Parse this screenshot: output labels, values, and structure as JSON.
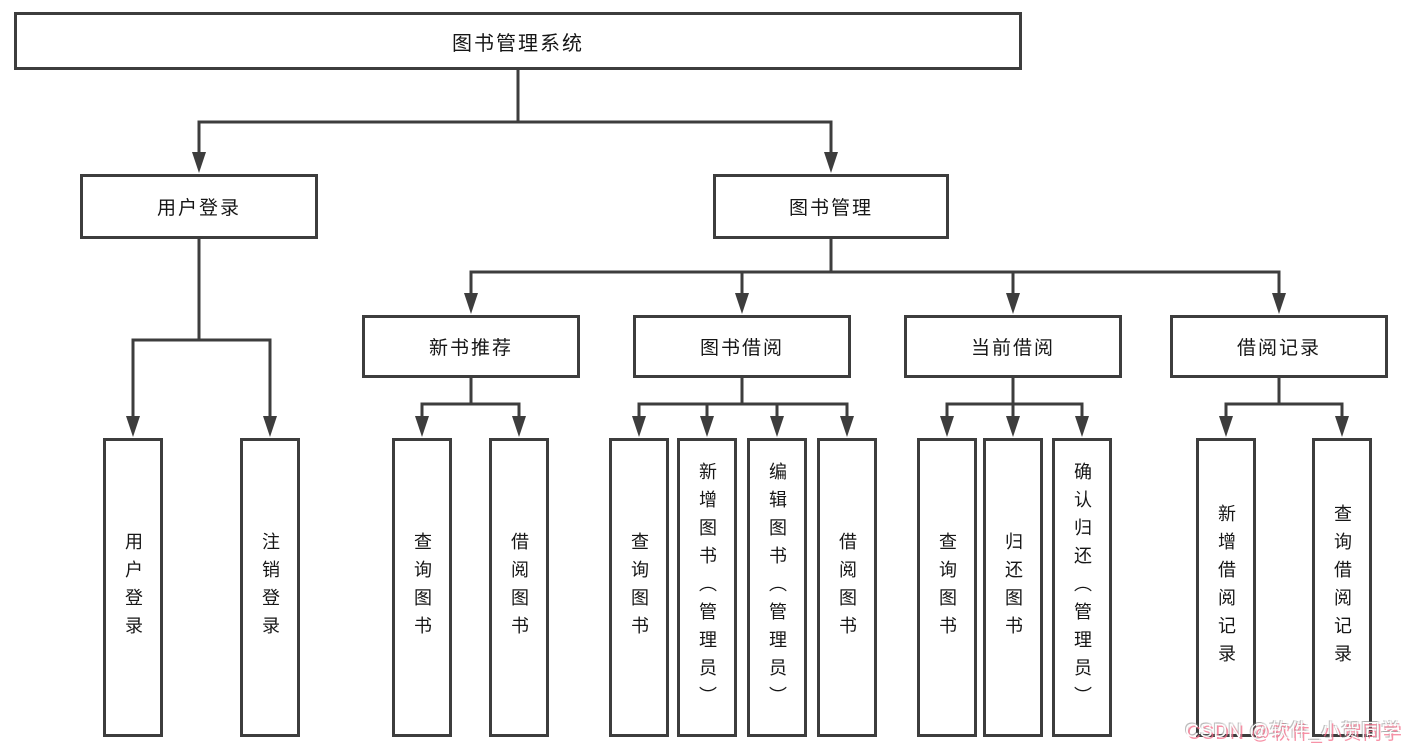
{
  "colors": {
    "line": "#3d3d3d",
    "box_border": "#3d3d3d",
    "text": "#161616",
    "watermark_pink": "#f46e8a",
    "background": "#ffffff"
  },
  "root": {
    "label": "图书管理系统"
  },
  "level2": [
    {
      "label": "用户登录"
    },
    {
      "label": "图书管理"
    }
  ],
  "level3": [
    {
      "label": "新书推荐"
    },
    {
      "label": "图书借阅"
    },
    {
      "label": "当前借阅"
    },
    {
      "label": "借阅记录"
    }
  ],
  "leaves": [
    {
      "label": "用户登录"
    },
    {
      "label": "注销登录"
    },
    {
      "label": "查询图书"
    },
    {
      "label": "借阅图书"
    },
    {
      "label": "查询图书"
    },
    {
      "label": "新增图书（管理员）"
    },
    {
      "label": "编辑图书（管理员）"
    },
    {
      "label": "借阅图书"
    },
    {
      "label": "查询图书"
    },
    {
      "label": "归还图书"
    },
    {
      "label": "确认归还（管理员）"
    },
    {
      "label": "新增借阅记录"
    },
    {
      "label": "查询借阅记录"
    }
  ],
  "watermark": {
    "text": "CSDN @软件_小贺同学"
  }
}
